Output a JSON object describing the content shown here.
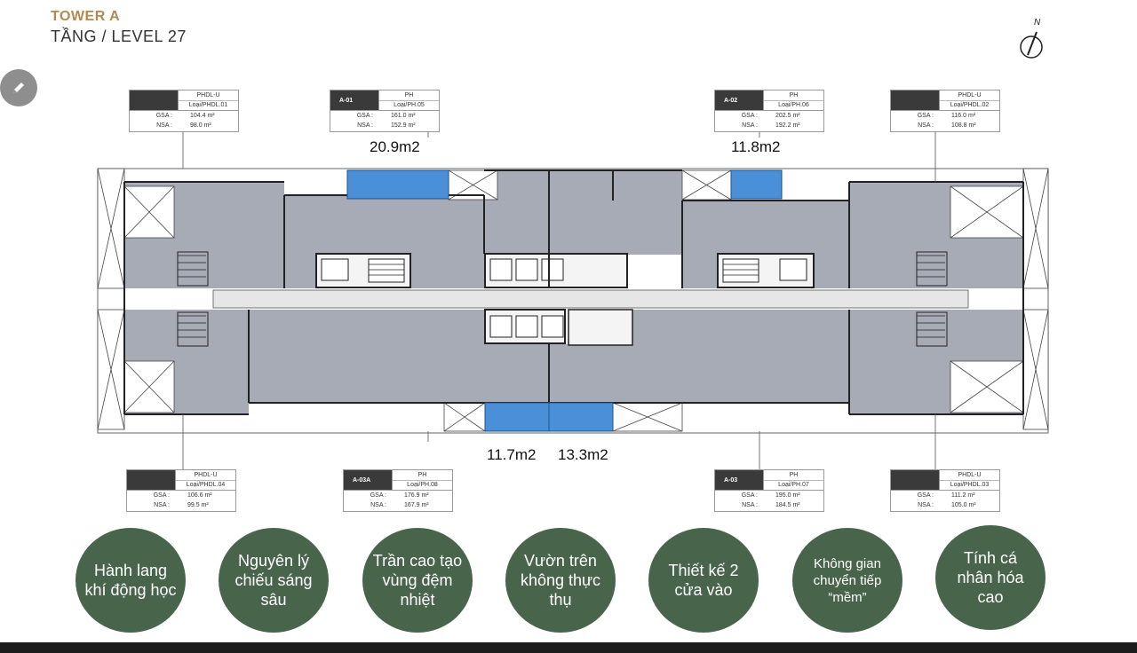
{
  "header": {
    "tower": "TOWER A",
    "level": "TẦNG / LEVEL 27",
    "accent_color": "#b08a4e",
    "north_label": "N"
  },
  "edit_button": {
    "icon": "pencil-icon"
  },
  "units": [
    {
      "code": "",
      "type": "PHDL-U",
      "sub": "Loại/PHDL.01",
      "gsa_label": "GSA :",
      "gsa": "104.4 m²",
      "nsa_label": "NSA :",
      "nsa": "98.0 m²"
    },
    {
      "code": "A-01",
      "type": "PH",
      "sub": "Loại/PH.05",
      "gsa_label": "GSA :",
      "gsa": "161.0 m²",
      "nsa_label": "NSA :",
      "nsa": "152.9 m²"
    },
    {
      "code": "A-02",
      "type": "PH",
      "sub": "Loại/PH.06",
      "gsa_label": "GSA :",
      "gsa": "202.5 m²",
      "nsa_label": "NSA :",
      "nsa": "192.2 m²"
    },
    {
      "code": "",
      "type": "PHDL-U",
      "sub": "Loại/PHDL.02",
      "gsa_label": "GSA :",
      "gsa": "116.0 m²",
      "nsa_label": "NSA :",
      "nsa": "108.8 m²"
    },
    {
      "code": "",
      "type": "PHDL-U",
      "sub": "Loại/PHDL.04",
      "gsa_label": "GSA :",
      "gsa": "106.6 m²",
      "nsa_label": "NSA :",
      "nsa": "99.5 m²"
    },
    {
      "code": "A-03A",
      "type": "PH",
      "sub": "Loại/PH.08",
      "gsa_label": "GSA :",
      "gsa": "176.9 m²",
      "nsa_label": "NSA :",
      "nsa": "167.9 m²"
    },
    {
      "code": "A-03",
      "type": "PH",
      "sub": "Loại/PH.07",
      "gsa_label": "GSA :",
      "gsa": "195.0 m²",
      "nsa_label": "NSA :",
      "nsa": "184.5 m²"
    },
    {
      "code": "",
      "type": "PHDL-U",
      "sub": "Loại/PHDL.03",
      "gsa_label": "GSA :",
      "gsa": "111.2 m²",
      "nsa_label": "NSA :",
      "nsa": "105.0 m²"
    }
  ],
  "area_labels": [
    "20.9m2",
    "11.8m2",
    "11.7m2",
    "13.3m2"
  ],
  "features": [
    "Hành lang khí động học",
    "Nguyên lý chiếu sáng sâu",
    "Trần cao tạo vùng đệm nhiệt",
    "Vườn trên không thực thụ",
    "Thiết kế 2 cửa vào",
    "Không gian chuyển tiếp “mềm”",
    "Tính cá nhân hóa cao"
  ],
  "colors": {
    "feature_circle": "#48654b",
    "unit_fill": "#a7abb6",
    "highlight_blue": "#4a90d9",
    "corridor": "#e6e6e6"
  }
}
